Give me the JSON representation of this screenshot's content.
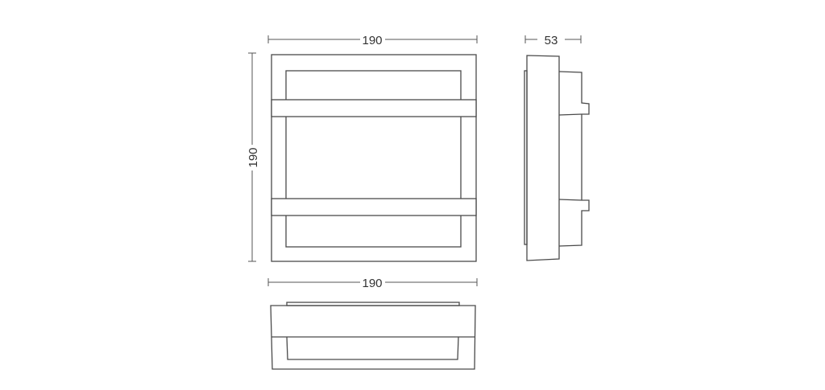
{
  "dimensions": {
    "front_width": "190",
    "front_height": "190",
    "side_depth": "53",
    "bottom_width": "190"
  }
}
